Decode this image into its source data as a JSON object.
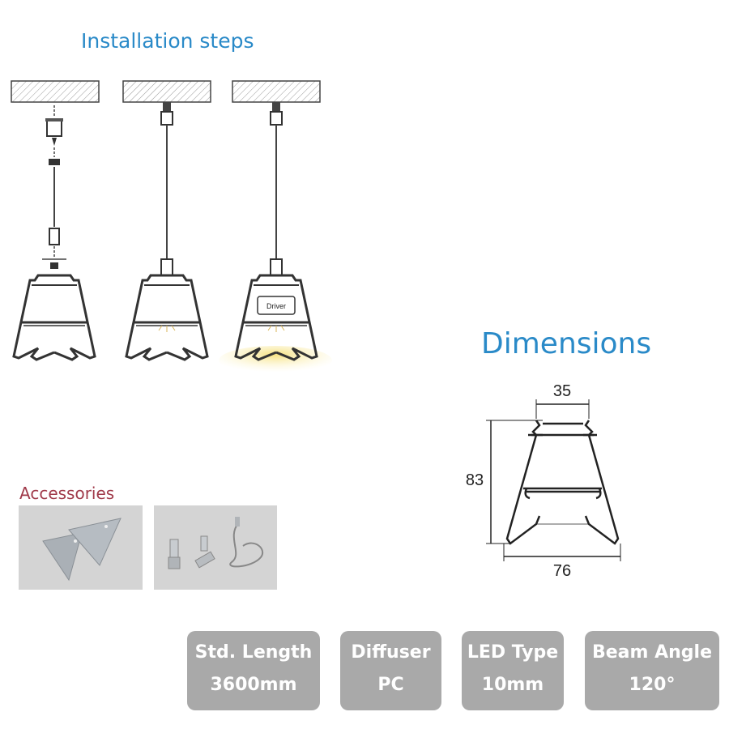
{
  "installation": {
    "title": "Installation steps",
    "driver_label": "Driver"
  },
  "dimensions": {
    "title": "Dimensions",
    "top_width": "35",
    "height": "83",
    "bottom_width": "76"
  },
  "accessories": {
    "title": "Accessories"
  },
  "specs": [
    {
      "label": "Std. Length",
      "value": "3600mm"
    },
    {
      "label": "Diffuser",
      "value": "PC"
    },
    {
      "label": "LED Type",
      "value": "10mm"
    },
    {
      "label": "Beam Angle",
      "value": "120°"
    }
  ],
  "colors": {
    "title_blue": "#2a8ac8",
    "accessories_red": "#a03a4a",
    "spec_bg": "#a9a9a9"
  }
}
